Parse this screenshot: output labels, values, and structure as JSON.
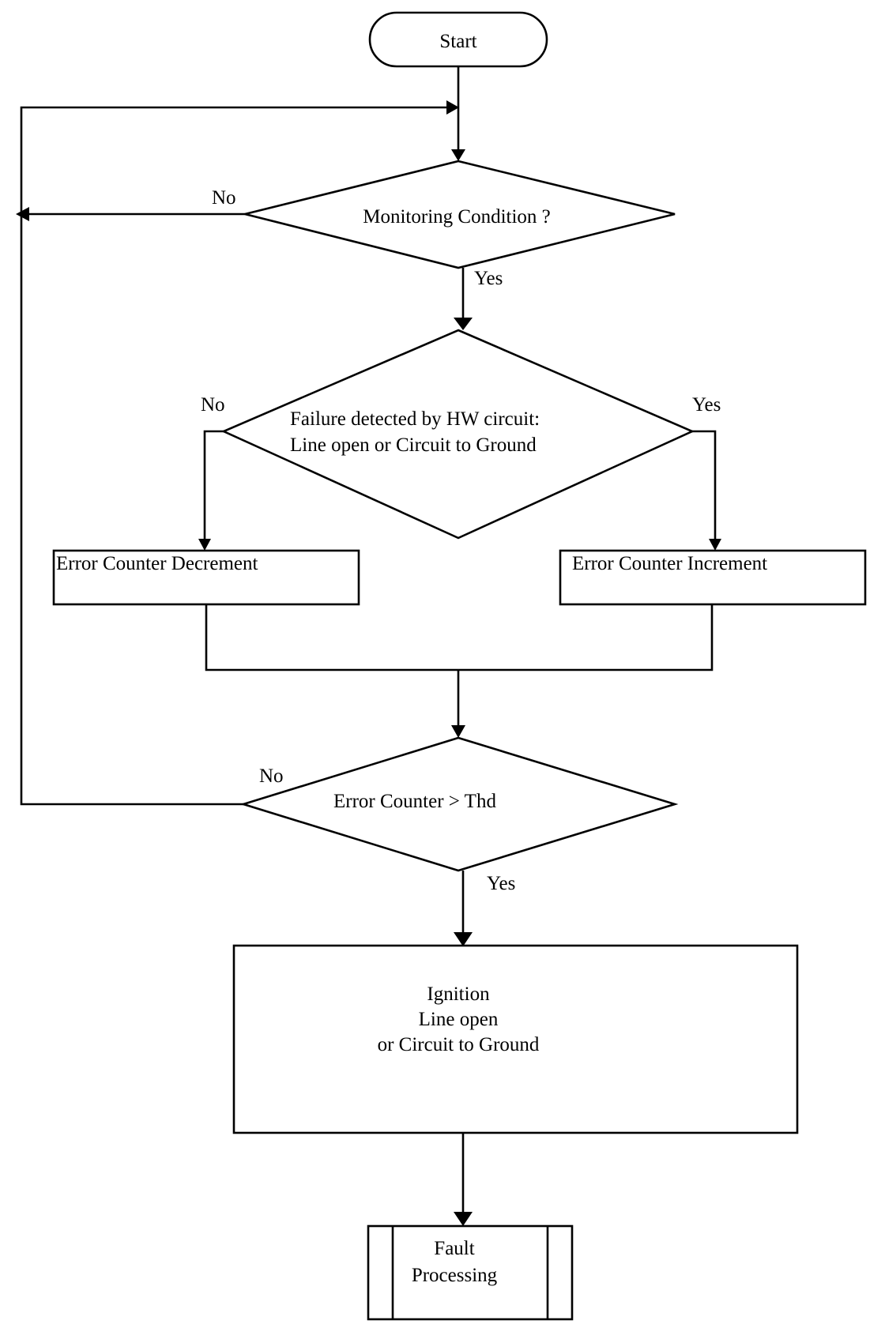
{
  "start": "Start",
  "decision1": {
    "text": "Monitoring Condition ?",
    "no": "No",
    "yes": "Yes"
  },
  "decision2": {
    "line1": "Failure detected by HW circuit:",
    "line2": "Line open or Circuit to Ground",
    "no": "No",
    "yes": "Yes"
  },
  "decrement_box": "Error Counter Decrement",
  "increment_box": "Error Counter Increment",
  "decision3": {
    "text": "Error Counter >  Thd",
    "no": "No",
    "yes": "Yes"
  },
  "result_box": {
    "line1": "Ignition",
    "line2": "Line open",
    "line3": "or Circuit to Ground"
  },
  "fault_box": {
    "line1": "Fault",
    "line2": "Processing"
  }
}
